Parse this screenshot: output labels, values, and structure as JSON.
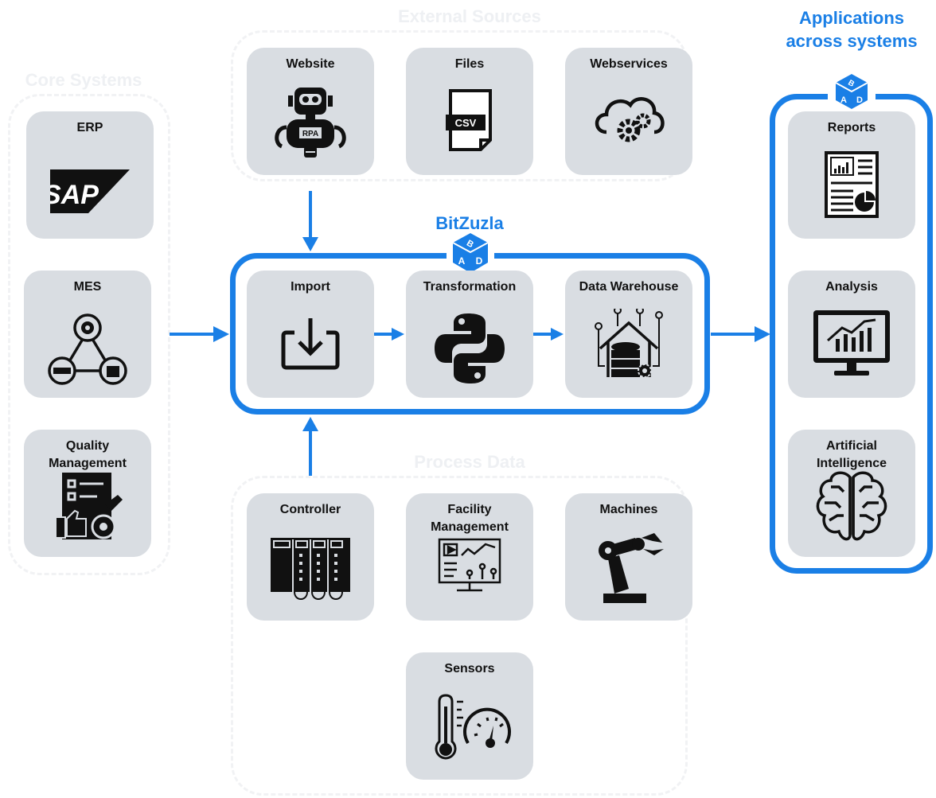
{
  "groups": {
    "core": {
      "title": "Core Systems"
    },
    "external": {
      "title": "External Sources"
    },
    "process": {
      "title": "Process Data"
    },
    "bitzuzla": {
      "title": "BitZuzla"
    },
    "apps": {
      "title": "Applications across systems"
    }
  },
  "badges": {
    "letters": [
      "B",
      "A",
      "D"
    ]
  },
  "cards": {
    "erp": {
      "label": "ERP",
      "logo_text": "SAP"
    },
    "mes": {
      "label": "MES"
    },
    "quality": {
      "label": "Quality\nManagement"
    },
    "website": {
      "label": "Website",
      "badge_text": "RPA"
    },
    "files": {
      "label": "Files",
      "badge_text": "CSV"
    },
    "webservices": {
      "label": "Webservices"
    },
    "import": {
      "label": "Import"
    },
    "transformation": {
      "label": "Transformation"
    },
    "warehouse": {
      "label": "Data Warehouse"
    },
    "controller": {
      "label": "Controller"
    },
    "facility": {
      "label": "Facility\nManagement"
    },
    "machines": {
      "label": "Machines"
    },
    "sensors": {
      "label": "Sensors"
    },
    "reports": {
      "label": "Reports"
    },
    "analysis": {
      "label": "Analysis"
    },
    "ai": {
      "label": "Artificial\nIntelligence"
    }
  },
  "colors": {
    "accent": "#1a7fe6",
    "card": "#d9dde2",
    "icon": "#111111"
  },
  "icons": {
    "erp": "sap-logo-icon",
    "mes": "mes-network-icon",
    "quality": "quality-checklist-icon",
    "website": "rpa-robot-icon",
    "files": "csv-file-icon",
    "webservices": "cloud-gears-icon",
    "import": "import-download-icon",
    "transformation": "python-logo-icon",
    "warehouse": "data-warehouse-icon",
    "controller": "plc-controller-icon",
    "facility": "facility-dashboard-icon",
    "machines": "robot-arm-icon",
    "sensors": "thermometer-gauge-icon",
    "reports": "report-document-icon",
    "analysis": "analysis-monitor-icon",
    "ai": "brain-circuit-icon"
  }
}
